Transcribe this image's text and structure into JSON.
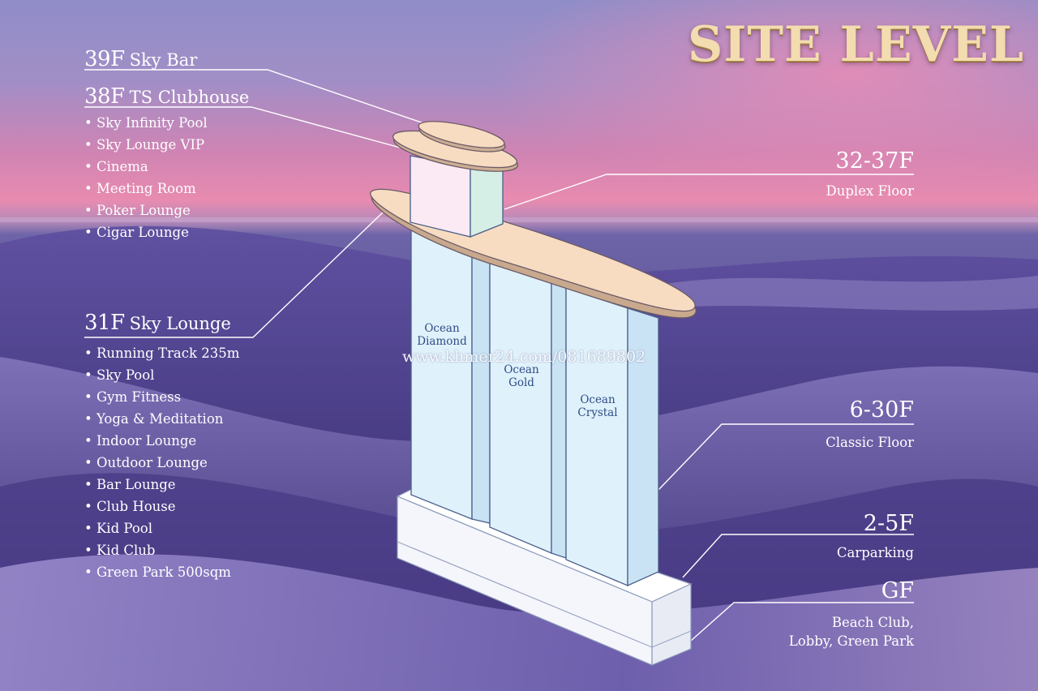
{
  "title": "SITE LEVEL",
  "watermark": "www.khmer24.com/081689802",
  "left": {
    "sky_bar": {
      "num": "39F",
      "name": "Sky Bar"
    },
    "clubhouse": {
      "num": "38F",
      "name": "TS Clubhouse",
      "items": [
        "• Sky Infinity Pool",
        "• Sky Lounge VIP",
        "• Cinema",
        "• Meeting Room",
        "• Poker Lounge",
        "• Cigar Lounge"
      ]
    },
    "sky_lounge": {
      "num": "31F",
      "name": "Sky Lounge",
      "items": [
        "• Running Track 235m",
        "• Sky Pool",
        "• Gym Fitness",
        "• Yoga & Meditation",
        "• Indoor Lounge",
        "• Outdoor Lounge",
        "• Bar Lounge",
        "• Club House",
        "• Kid Pool",
        "• Kid Club",
        "• Green Park 500sqm"
      ]
    }
  },
  "right": {
    "duplex": {
      "num": "32-37F",
      "desc": "Duplex Floor"
    },
    "classic": {
      "num": "6-30F",
      "desc": "Classic Floor"
    },
    "carparking": {
      "num": "2-5F",
      "desc": "Carparking"
    },
    "ground": {
      "num": "GF",
      "desc_line1": "Beach Club,",
      "desc_line2": "Lobby, Green Park"
    }
  },
  "towers": {
    "diamond": {
      "line1": "Ocean",
      "line2": "Diamond"
    },
    "gold": {
      "line1": "Ocean",
      "line2": "Gold"
    },
    "crystal": {
      "line1": "Ocean",
      "line2": "Crystal"
    }
  },
  "colors": {
    "sky_top": "#9a8fc6",
    "sky_pink": "#e07aa8",
    "sea_dark": "#3d2f75",
    "tower_fill": "#d9effa",
    "deck_fill": "#f7dcc2",
    "podium_fill": "#ffffff",
    "label_blue": "#2f4d86",
    "title_gold": "#f2dcb0"
  }
}
